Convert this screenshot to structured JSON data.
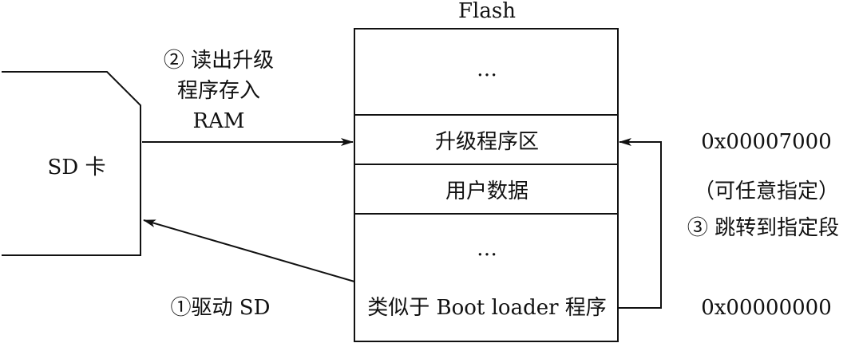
{
  "flash": {
    "title": "Flash",
    "sections": {
      "top": "…",
      "upgrade": "升级程序区",
      "user_data": "用户数据",
      "middle": "…",
      "boot": "类似于 Boot loader 程序"
    }
  },
  "sd_card": {
    "label": "SD 卡"
  },
  "steps": {
    "read_line1": "② 读出升级",
    "read_line2": "程序存入",
    "read_line3": "RAM",
    "drive": "①驱动 SD",
    "jump": "③ 跳转到指定段"
  },
  "addresses": {
    "upgrade_addr": "0x00007000",
    "note": "（可任意指定）",
    "boot_addr": "0x00000000"
  }
}
